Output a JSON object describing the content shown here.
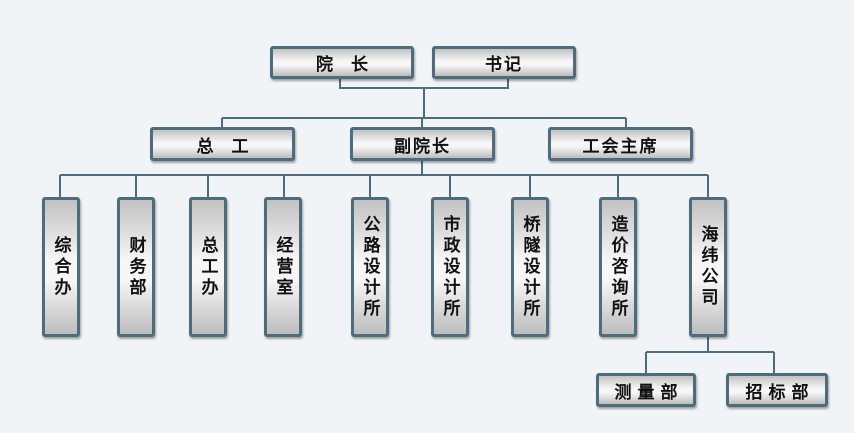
{
  "colors": {
    "line": "#4d6c7c",
    "box_border": "#4d6c7c",
    "background": "#f1f4f6"
  },
  "top": {
    "dean": "院长",
    "secretary": "书记"
  },
  "level2": {
    "chief_engineer": "总工",
    "vice_dean": "副院长",
    "union_chair": "工会主席"
  },
  "departments": [
    {
      "label": "综合办"
    },
    {
      "label": "财务部"
    },
    {
      "label": "总工办"
    },
    {
      "label": "经营室"
    },
    {
      "label": "公路设计所"
    },
    {
      "label": "市政设计所"
    },
    {
      "label": "桥隧设计所"
    },
    {
      "label": "造价咨询所"
    },
    {
      "label": "海纬公司"
    }
  ],
  "subsidiary_units": [
    {
      "label": "测量部"
    },
    {
      "label": "招标部"
    }
  ]
}
